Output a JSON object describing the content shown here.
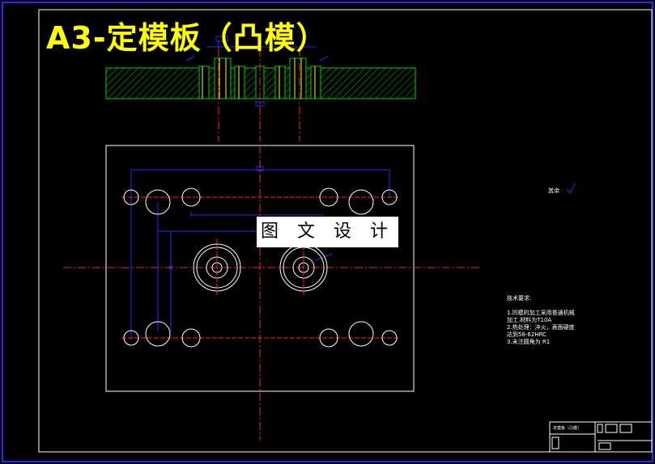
{
  "drawing": {
    "title": "A3-定模板（凸模）",
    "watermark": "图 文 设 计",
    "remaining_surface_note": "其余",
    "tech_requirements": {
      "heading": "技术要求:",
      "lines": [
        "1.凹模的加工采用普通机械",
        "加工.材料为T10A",
        "2.热处理：淬火，表面硬度",
        "达到58-62HRC",
        "3.未注圆角为  R1"
      ]
    },
    "title_block": {
      "part_name": "定模板（凸模）"
    },
    "colors": {
      "background": "#000000",
      "border": "#ffffff",
      "outer_frame": "#0000ff",
      "title": "#ffff00",
      "hatch": "#00ff00",
      "centerline": "#ff0000",
      "dimension": "#0000ff",
      "outline": "#ffffff"
    }
  }
}
